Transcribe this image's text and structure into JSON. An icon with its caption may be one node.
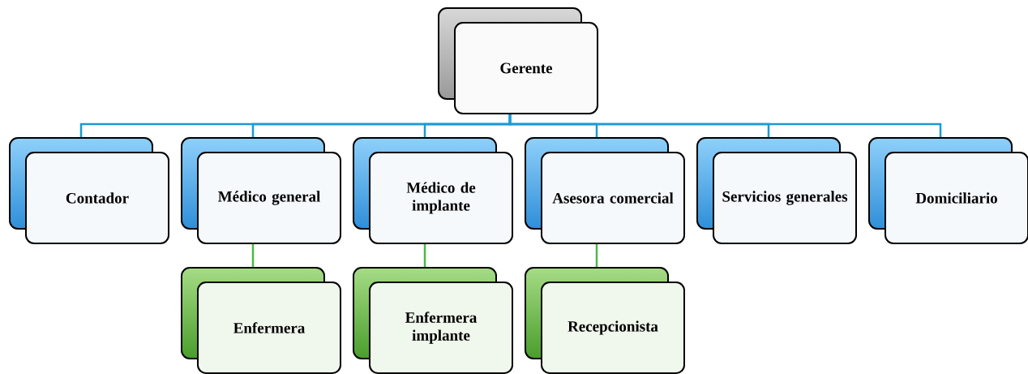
{
  "diagram": {
    "nodes": [
      {
        "text": [
          "Gerente"
        ]
      },
      {
        "text": [
          "Contador"
        ]
      },
      {
        "text": [
          "Médico general"
        ]
      },
      {
        "text": [
          "Médico de implante"
        ]
      },
      {
        "text": [
          "Asesora comercial"
        ]
      },
      {
        "text": [
          "Servicios generales"
        ]
      },
      {
        "text": [
          "Domiciliario"
        ]
      },
      {
        "text": [
          "Enfermera"
        ]
      },
      {
        "text": [
          "Enfermera implante"
        ]
      },
      {
        "text": [
          "Recepcionista"
        ]
      }
    ],
    "edges": [
      {
        "from": 0,
        "to": 1,
        "arrow": "none"
      },
      {
        "from": 0,
        "to": 2,
        "arrow": "none"
      },
      {
        "from": 0,
        "to": 3,
        "arrow": "none"
      },
      {
        "from": 0,
        "to": 4,
        "arrow": "none"
      },
      {
        "from": 0,
        "to": 5,
        "arrow": "none"
      },
      {
        "from": 0,
        "to": 6,
        "arrow": "none"
      },
      {
        "from": 2,
        "to": 7,
        "arrow": "none",
        "color": "#4db848"
      },
      {
        "from": 3,
        "to": 8,
        "arrow": "none",
        "color": "#4db848"
      },
      {
        "from": 4,
        "to": 9,
        "arrow": "none",
        "color": "#4db848"
      }
    ]
  }
}
